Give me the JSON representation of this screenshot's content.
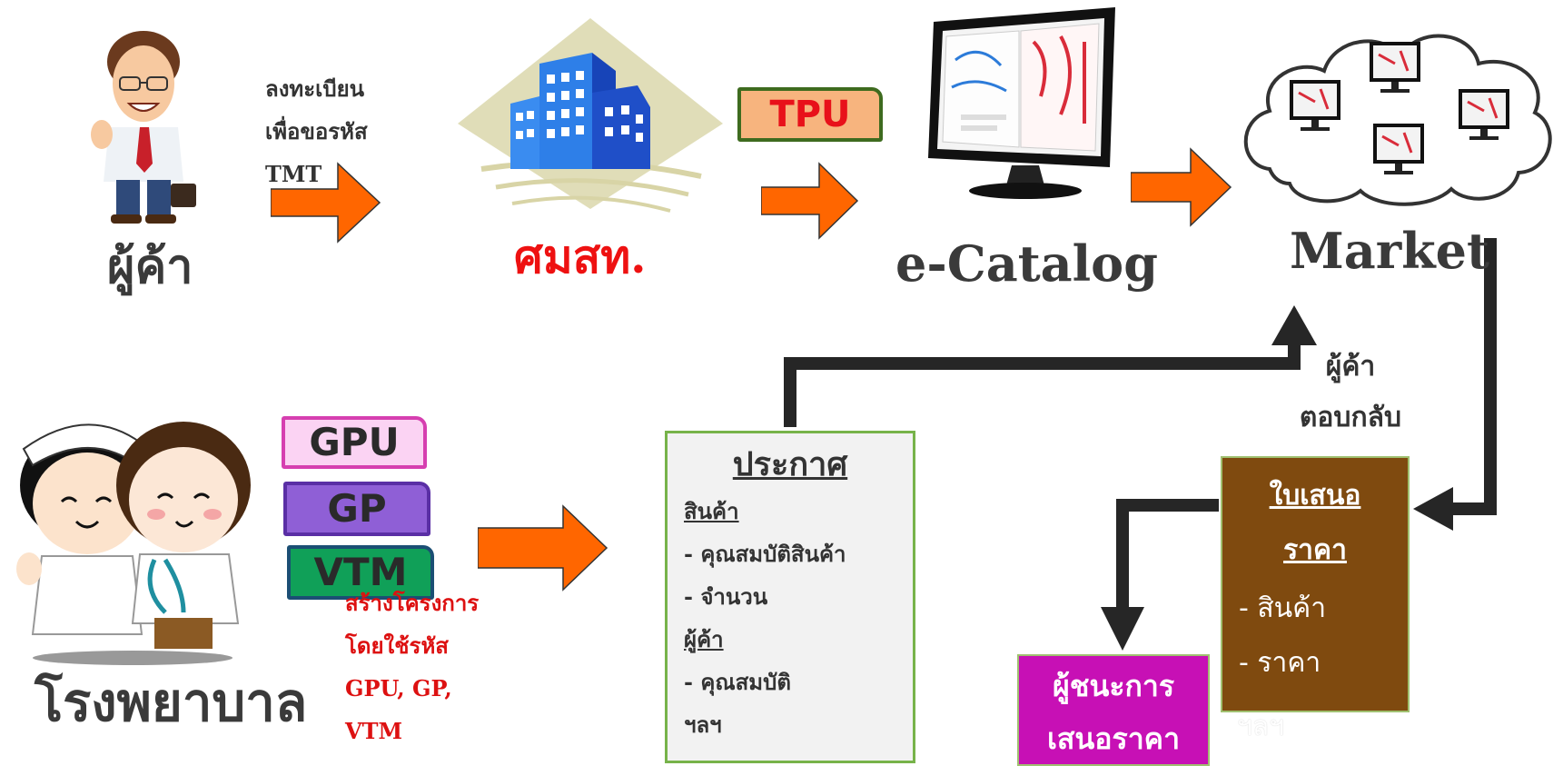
{
  "seller": {
    "label": "ผู้ค้า"
  },
  "register_note": {
    "lines": [
      "ลงทะเบียน",
      "เพื่อขอรหัส",
      "TMT"
    ]
  },
  "agency": {
    "label": "ศมสท."
  },
  "tpu_tag": {
    "label": "TPU"
  },
  "ecatalog": {
    "label": "e-Catalog"
  },
  "market": {
    "label": "Market"
  },
  "seller_reply": {
    "lines": [
      "ผู้ค้า",
      "ตอบกลับ"
    ]
  },
  "hospital": {
    "label": "โรงพยาบาล"
  },
  "code_tags": [
    {
      "label": "GPU"
    },
    {
      "label": "GP"
    },
    {
      "label": "VTM"
    }
  ],
  "project_note": {
    "lines": [
      "สร้างโครงการ",
      "โดยใช้รหัส",
      "GPU, GP,",
      "VTM"
    ]
  },
  "announcement": {
    "title": "ประกาศ",
    "product_heading": "สินค้า",
    "product_items": [
      "- คุณสมบัติสินค้า",
      "- จำนวน"
    ],
    "seller_heading": "ผู้ค้า",
    "seller_items": [
      "- คุณสมบัติ",
      "ฯลฯ"
    ]
  },
  "quotation": {
    "title_lines": [
      "ใบเสนอ",
      "ราคา"
    ],
    "items": [
      "- สินค้า",
      "- ราคา",
      "ฯลฯ"
    ]
  },
  "winner": {
    "lines": [
      "ผู้ชนะการ",
      "เสนอราคา"
    ]
  },
  "colors": {
    "flow_arrow": "#FF6600",
    "connector": "#262626",
    "agency_text": "#EE1111",
    "project_note_text": "#DD1111",
    "tpu_fill": "#F7B47E",
    "tpu_border": "#3E6B1F",
    "gpu_fill": "#FBD3F3",
    "gpu_border": "#D63FB0",
    "gp_fill": "#8F5FD6",
    "gp_border": "#5A2FA5",
    "vtm_fill": "#10A058",
    "vtm_border": "#1B4F74",
    "announcement_fill": "#F2F2F2",
    "announcement_border": "#77B34A",
    "quotation_fill": "#7F4A0F",
    "winner_fill": "#C710B5"
  }
}
